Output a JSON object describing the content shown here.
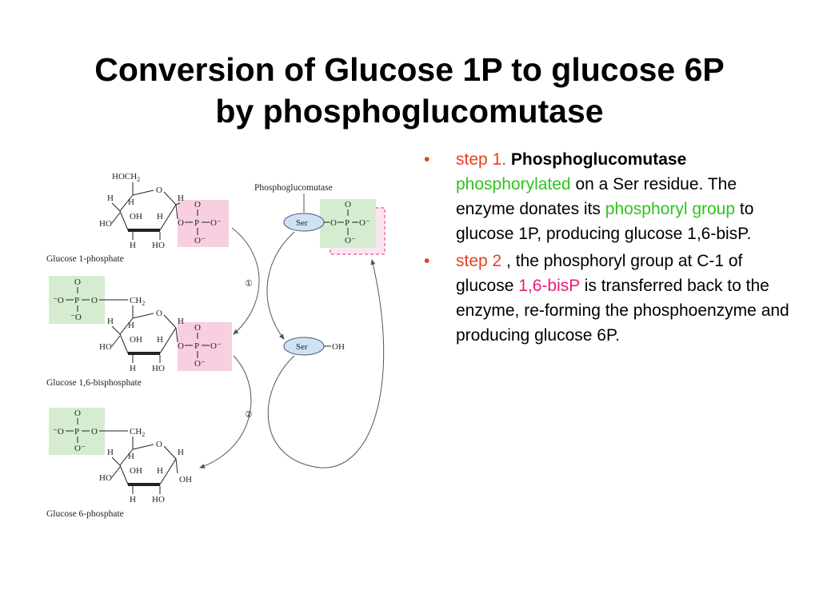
{
  "title": {
    "line1": "Conversion of Glucose 1P to glucose 6P",
    "line2": "by phosphoglucomutase"
  },
  "diagram": {
    "enzyme_label": "Phosphoglucomutase",
    "ser": "Ser",
    "oh": "OH",
    "step1_marker": "①",
    "step2_marker": "②",
    "captions": [
      "Glucose 1-phosphate",
      "Glucose 1,6-bisphosphate",
      "Glucose 6-phosphate"
    ],
    "hoch2": "HOCH",
    "ch2": "CH",
    "sub2": "2",
    "atoms": {
      "O": "O",
      "H": "H",
      "HO": "HO",
      "OH": "OH",
      "P": "P",
      "Ominus": "O",
      "Ominus_left": "O"
    },
    "colors": {
      "pink_box": "#f7cfe0",
      "green_box": "#d5ecd0",
      "ser_oval": "#cfe2f3",
      "dashed_box": "#e84fa0"
    }
  },
  "bullets": [
    {
      "marker": "•",
      "parts": [
        {
          "text": "step 1. ",
          "style": "orange"
        },
        {
          "text": "Phosphoglucomutase",
          "style": "bold"
        },
        {
          "text": " ",
          "style": ""
        },
        {
          "text": "phosphorylated",
          "style": "green"
        },
        {
          "text": " on a Ser residue. The enzyme donates its ",
          "style": ""
        },
        {
          "text": "phosphoryl group",
          "style": "green"
        },
        {
          "text": " to glucose 1P, producing glucose 1,6-bisP.",
          "style": ""
        }
      ]
    },
    {
      "marker": "•",
      "parts": [
        {
          "text": "step 2 ",
          "style": "orange"
        },
        {
          "text": ", the phosphoryl group at C-1 of glucose ",
          "style": ""
        },
        {
          "text": "1,6-bisP",
          "style": "pink"
        },
        {
          "text": " is transferred back to the enzyme, re-forming the phosphoenzyme and producing glucose 6P.",
          "style": ""
        }
      ]
    }
  ]
}
